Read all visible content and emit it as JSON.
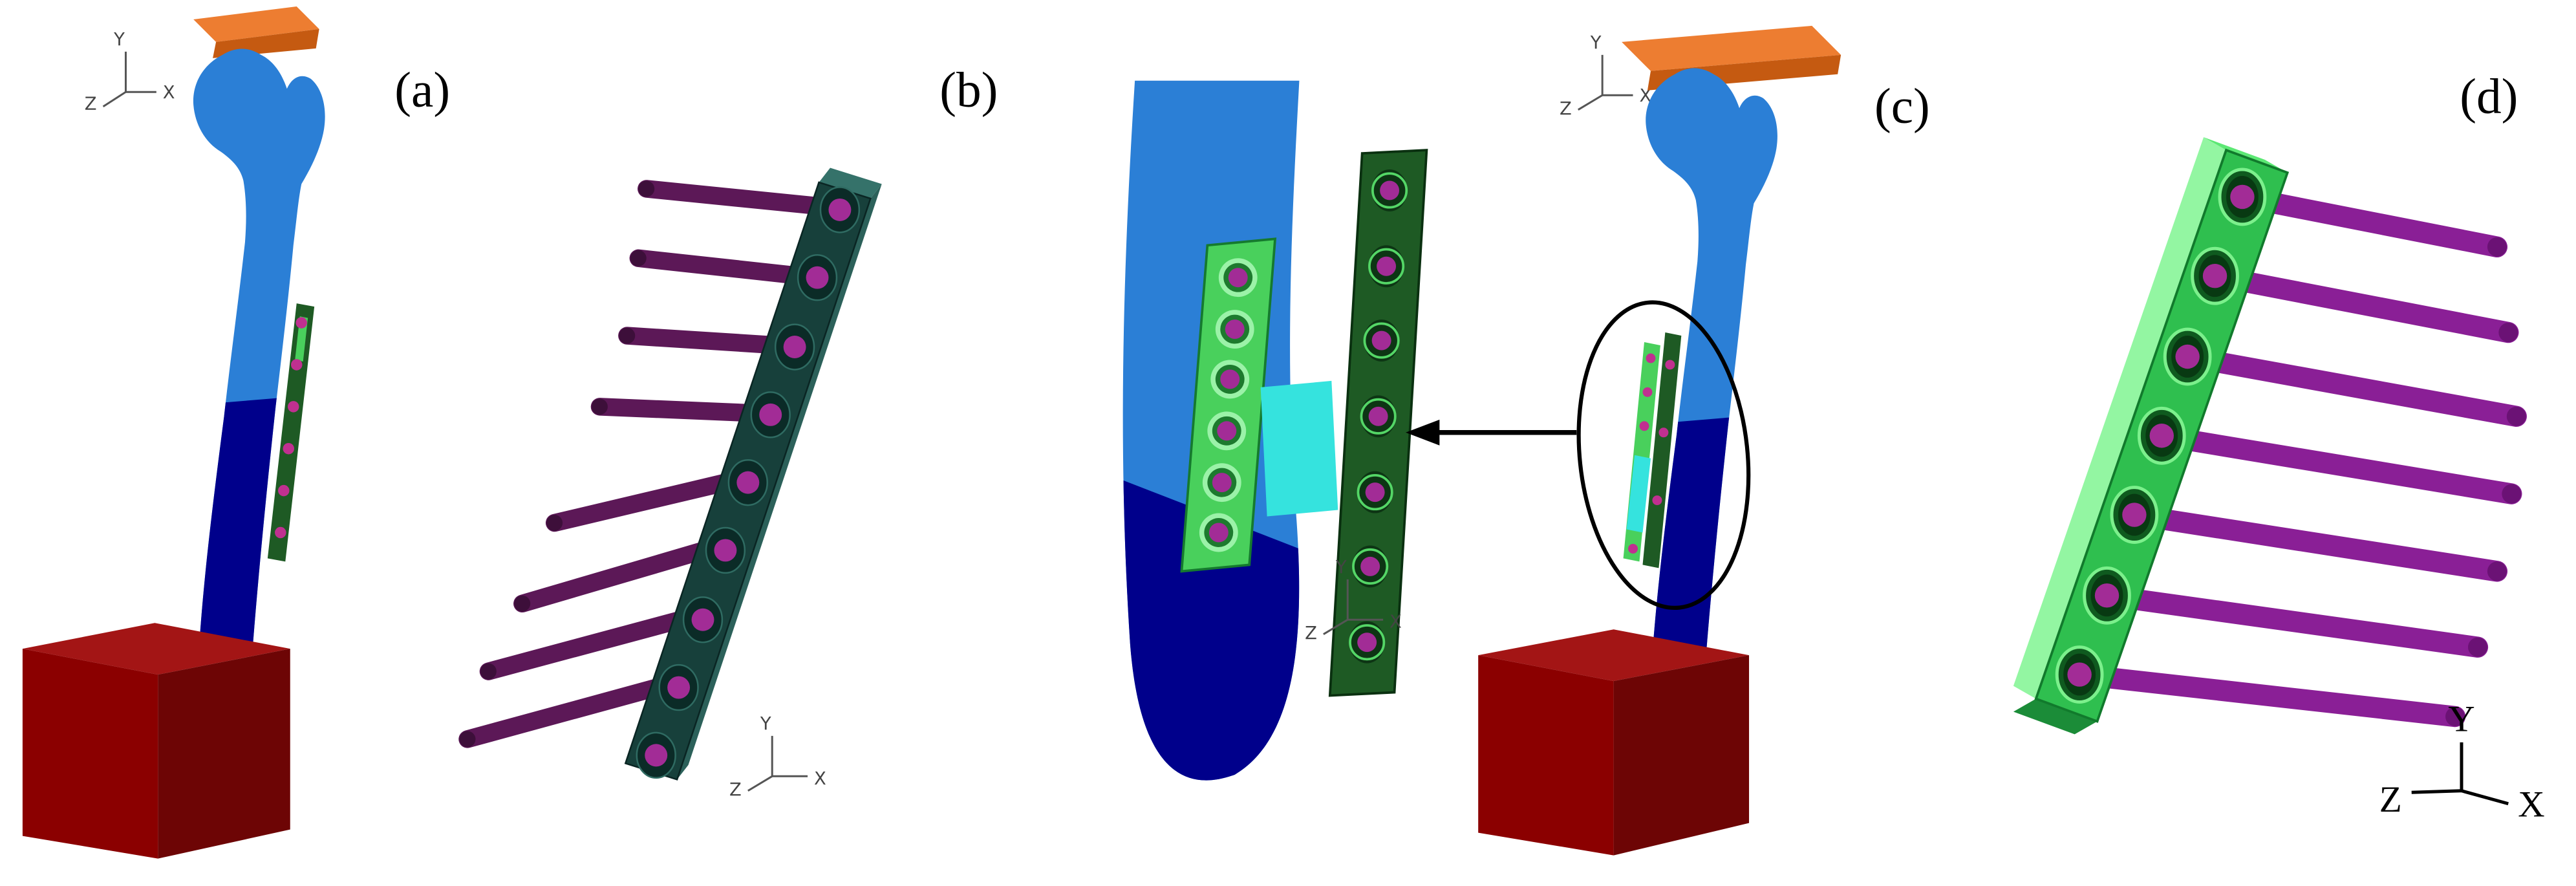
{
  "figure": {
    "panel_labels": {
      "a": "(a)",
      "b": "(b)",
      "c": "(c)",
      "d": "(d)"
    },
    "axes": {
      "x": "X",
      "y": "Y",
      "z": "Z"
    },
    "colors": {
      "cortical_bone_blue": "#2b7fd6",
      "distal_bone_navy": "#00008b",
      "load_plate_orange": "#ed7d31",
      "embedding_block_red": "#8b0000",
      "plate_dark_teal": "#17403b",
      "plate_bright_green": "#2fbf4f",
      "plate_light_green": "#49d05c",
      "plate_dark_green": "#1e5a24",
      "fracture_gap_cyan": "#35e3de",
      "screw_shaft_purple": "#5c1857",
      "screw_head_magenta": "#a22c96",
      "screw_rod_violet": "#8a1f96"
    },
    "background": "#ffffff"
  }
}
